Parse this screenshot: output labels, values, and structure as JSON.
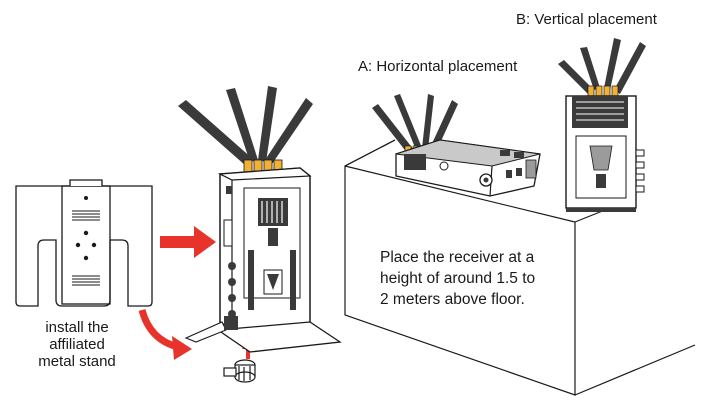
{
  "labels": {
    "horizontal": "A: Horizontal placement",
    "vertical": "B: Vertical placement",
    "install": [
      "install the",
      "affiliated",
      "metal stand"
    ],
    "note": [
      "Place the receiver at a",
      "height of around 1.5 to",
      "2 meters above floor."
    ]
  },
  "colors": {
    "outline": "#1a1a1a",
    "arrow": "#e8332c",
    "connector": "#f2b035",
    "dark": "#3a3a3a",
    "grey": "#9b9b9b"
  }
}
